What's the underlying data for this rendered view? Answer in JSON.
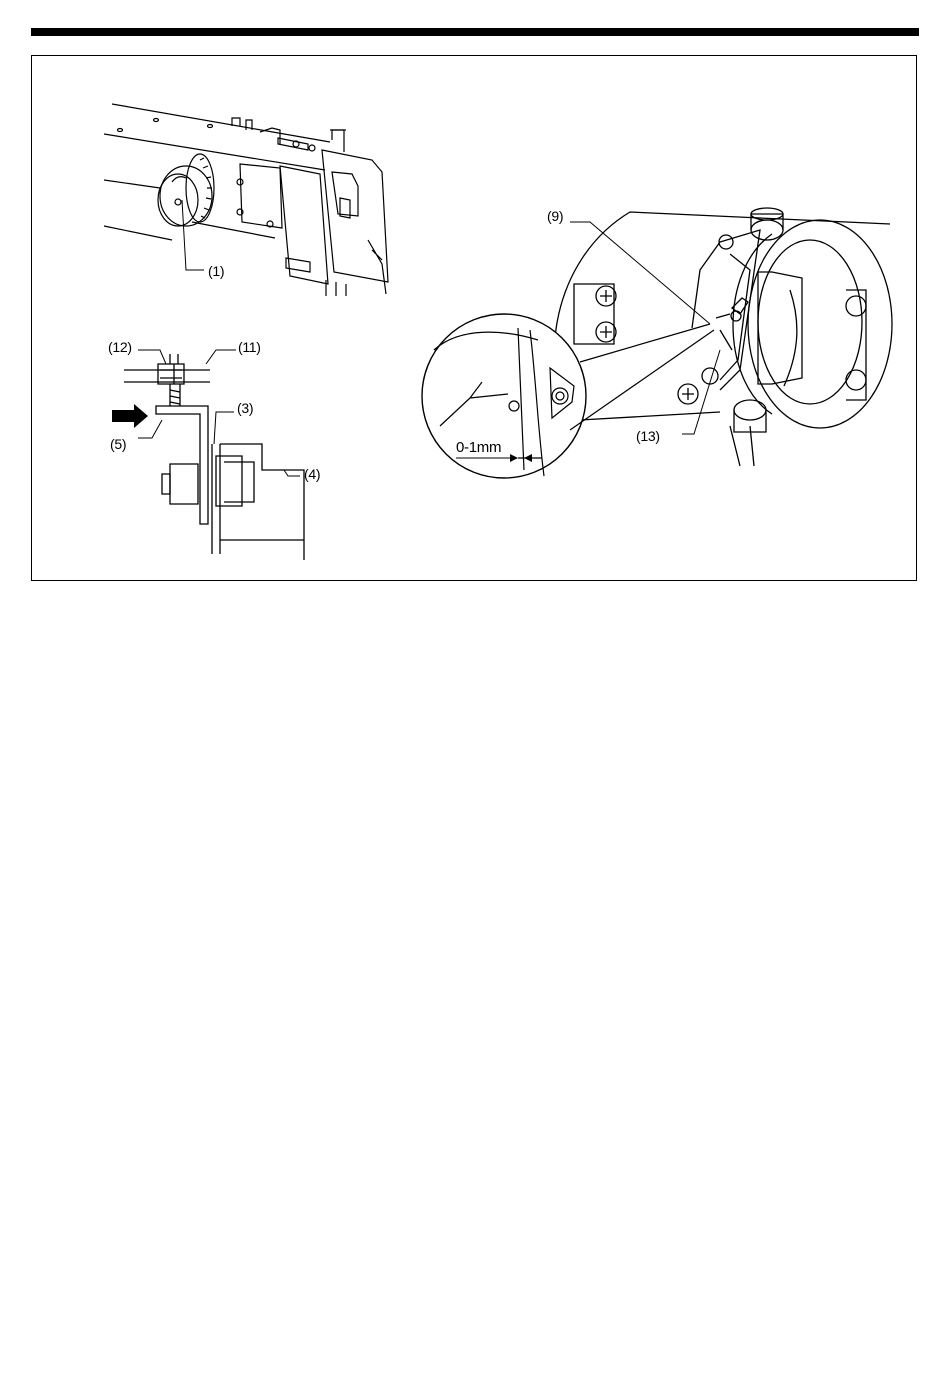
{
  "labels": {
    "part_1": "(1)",
    "part_3": "(3)",
    "part_4": "(4)",
    "part_5": "(5)",
    "part_9": "(9)",
    "part_11": "(11)",
    "part_12": "(12)",
    "part_13": "(13)",
    "clearance": "0-1mm"
  }
}
